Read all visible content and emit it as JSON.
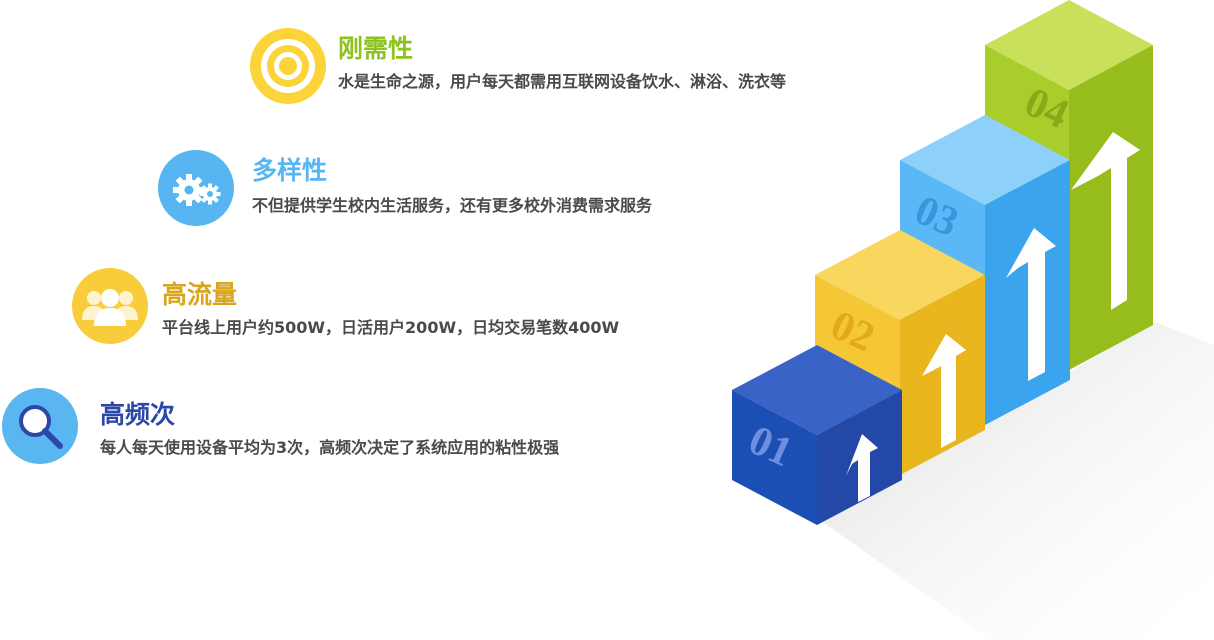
{
  "features": [
    {
      "id": "rigid-demand",
      "title": "刚需性",
      "description": "水是生命之源，用户每天都需用互联网设备饮水、淋浴、洗衣等",
      "title_color": "#8dc21f",
      "icon": "target-icon",
      "icon_color": "#fbd43a"
    },
    {
      "id": "diversity",
      "title": "多样性",
      "description": "不但提供学生校内生活服务，还有更多校外消费需求服务",
      "title_color": "#57b5f2",
      "icon": "gears-icon",
      "icon_color": "#57b5f2"
    },
    {
      "id": "high-traffic",
      "title": "高流量",
      "description": "平台线上用户约500W，日活用户200W，日均交易笔数400W",
      "title_color": "#d8a51c",
      "icon": "users-icon",
      "icon_color": "#f9cc3b"
    },
    {
      "id": "high-frequency",
      "title": "高频次",
      "description": "每人每天使用设备平均为3次，高频次决定了系统应用的粘性极强",
      "title_color": "#2b48a8",
      "icon": "magnifier-icon",
      "icon_color": "#5ab6f0"
    }
  ],
  "steps": [
    {
      "label": "01",
      "front": "#1c4fb3",
      "side": "#2448a8",
      "top": "#3a63c8",
      "number_color": "#6f8ee0"
    },
    {
      "label": "02",
      "front": "#f5c737",
      "side": "#e9b61d",
      "top": "#f9d65e",
      "number_color": "#e3a916"
    },
    {
      "label": "03",
      "front": "#5ab8f6",
      "side": "#3aa5ee",
      "top": "#8dd0fa",
      "number_color": "#3a95dc"
    },
    {
      "label": "04",
      "front": "#a9cd2b",
      "side": "#97bd1c",
      "top": "#c8e05a",
      "number_color": "#8aa817"
    }
  ]
}
